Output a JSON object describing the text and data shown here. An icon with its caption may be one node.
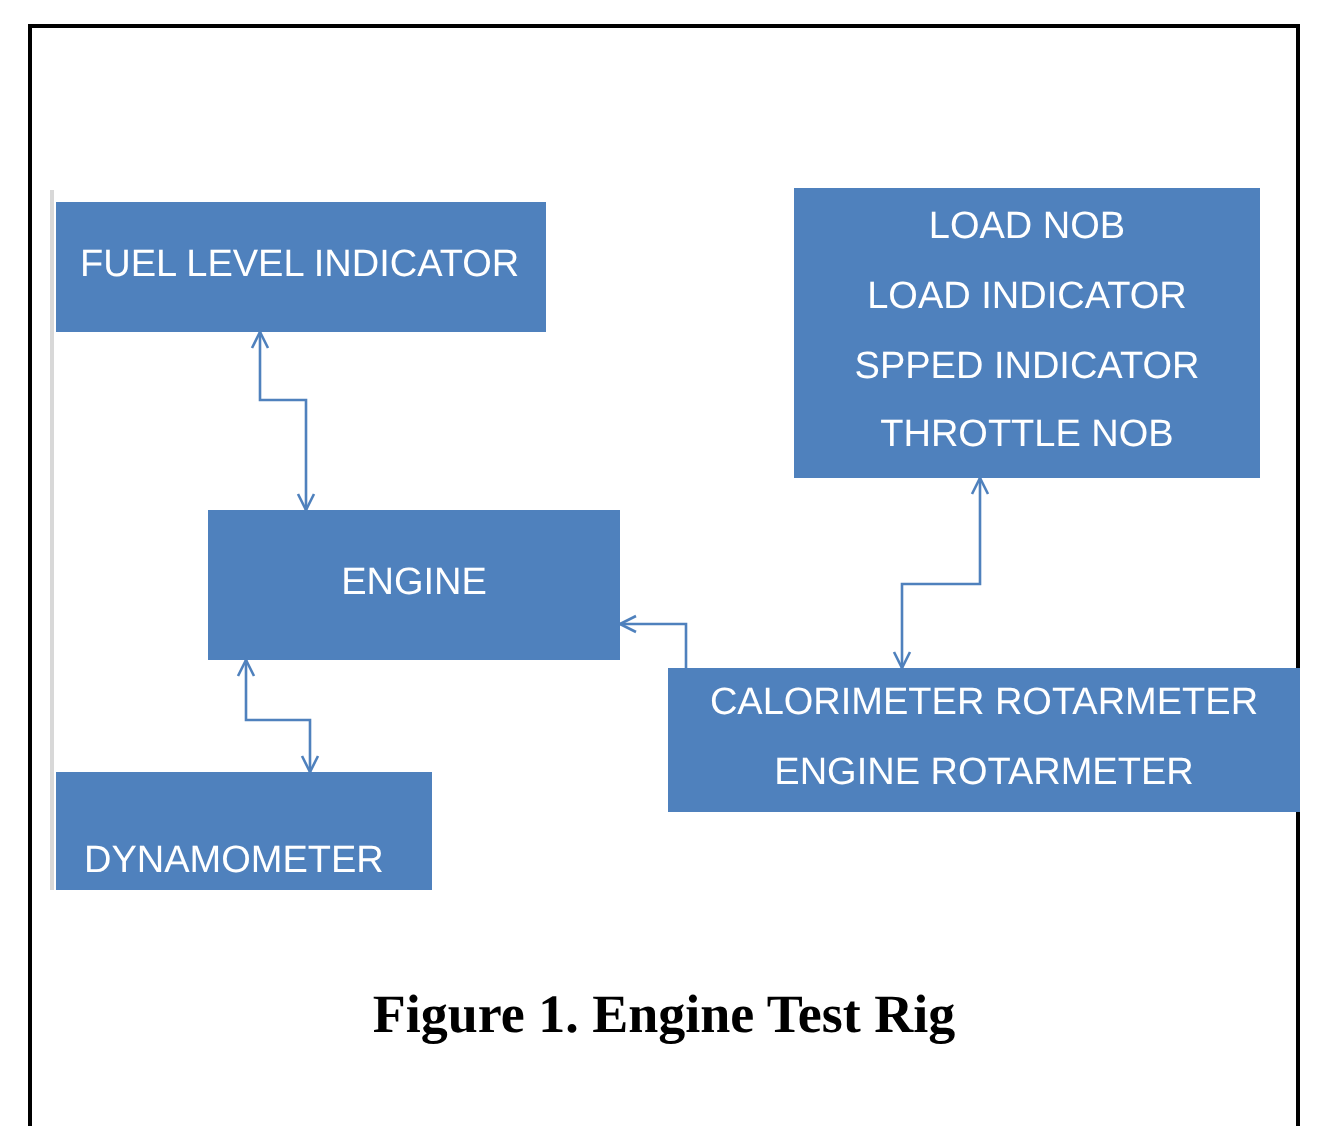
{
  "diagram": {
    "title": "Figure 1. Engine Test Rig",
    "nodes": [
      {
        "text": [
          "FUEL LEVEL INDICATOR"
        ]
      },
      {
        "text": [
          "LOAD NOB",
          "LOAD INDICATOR",
          "SPPED INDICATOR",
          "THROTTLE NOB"
        ]
      },
      {
        "text": [
          "ENGINE"
        ]
      },
      {
        "text": [
          "CALORIMETER ROTARMETER",
          "ENGINE ROTARMETER"
        ]
      },
      {
        "text": [
          "DYNAMOMETER"
        ]
      }
    ],
    "edges": [
      {
        "from": 0,
        "to": 2,
        "arrow": "both"
      },
      {
        "from": 3,
        "to": 1,
        "arrow": "both"
      },
      {
        "from": 3,
        "to": 2,
        "arrow": "to"
      },
      {
        "from": 2,
        "to": 4,
        "arrow": "both"
      }
    ]
  }
}
